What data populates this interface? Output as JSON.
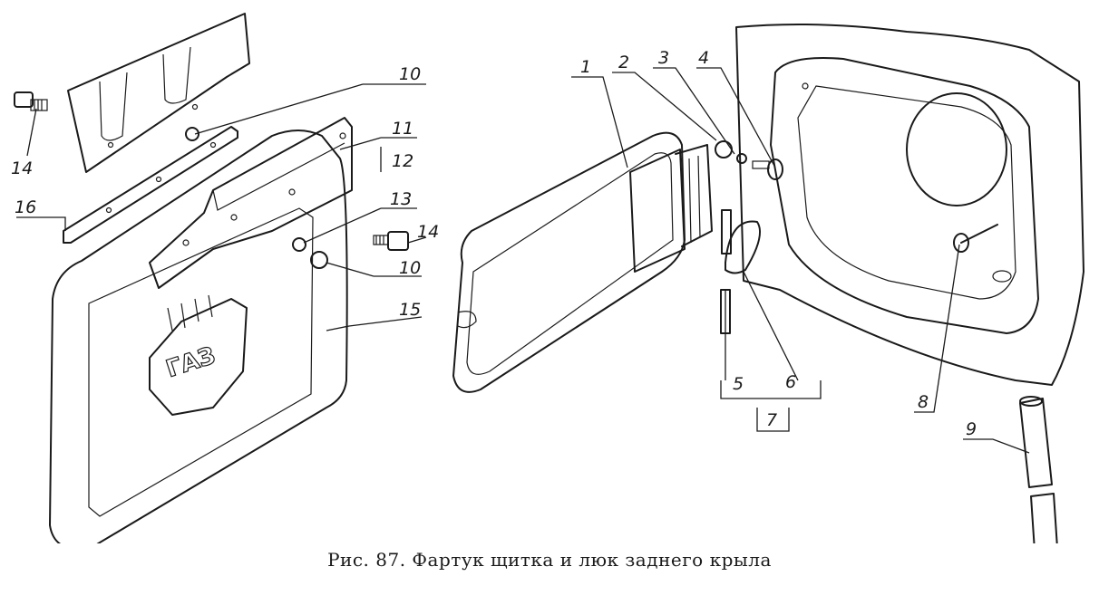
{
  "caption": "Рис. 87. Фартук щитка и люк заднего крыла",
  "emblem_text": "ГАЗ",
  "callouts": {
    "c1": "1",
    "c2": "2",
    "c3": "3",
    "c4": "4",
    "c5": "5",
    "c6": "6",
    "c7": "7",
    "c8": "8",
    "c9": "9",
    "c10a": "10",
    "c10b": "10",
    "c11": "11",
    "c12": "12",
    "c13": "13",
    "c14a": "14",
    "c14b": "14",
    "c15": "15",
    "c16": "16"
  }
}
